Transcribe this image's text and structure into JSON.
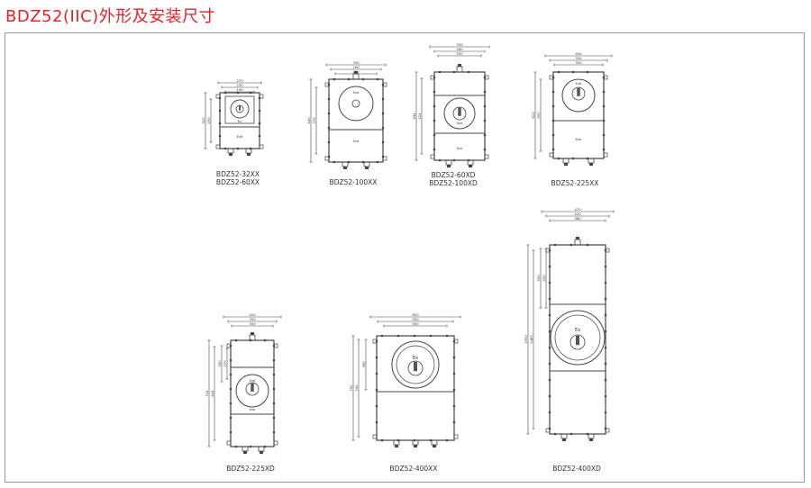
{
  "page": {
    "title": "BDZ52(IIC)外形及安装尺寸",
    "title_color": "#e0242b"
  },
  "drawings": [
    {
      "id": "d1",
      "caption_lines": [
        "BDZ52-32XX",
        "BDZ52-60XX"
      ],
      "dims_top": [
        "270",
        "230",
        "190"
      ],
      "dims_left": [
        "320",
        "250"
      ],
      "marks": [
        "Ex",
        "Exd"
      ]
    },
    {
      "id": "d2",
      "caption_lines": [
        "BDZ52-100XX"
      ],
      "dims_top": [
        "330",
        "290",
        "250"
      ],
      "dims_left": [
        "440",
        "370"
      ],
      "marks": [
        "Exd",
        "Exd"
      ]
    },
    {
      "id": "d3",
      "caption_lines": [
        "BDZ52-60XD",
        "BDZ52-100XD"
      ],
      "dims_top": [
        "330",
        "280",
        "250"
      ],
      "dims_left": [
        "494",
        "424"
      ],
      "marks": [
        "Exd",
        "Exe"
      ]
    },
    {
      "id": "d4",
      "caption_lines": [
        "BDZ52-225XX"
      ],
      "dims_top": [
        "400",
        "350",
        "300"
      ],
      "dims_left": [
        "622",
        "552"
      ],
      "marks": [
        "Exd",
        "Exe"
      ]
    },
    {
      "id": "d5",
      "caption_lines": [
        "BDZ52-225XD"
      ],
      "dims_top": [
        "400",
        "350",
        "300"
      ],
      "dims_left": [
        "714",
        "644",
        "300",
        "270"
      ],
      "marks": [
        "Exd",
        "Exe"
      ]
    },
    {
      "id": "d6",
      "caption_lines": [
        "BDZ52-400XX"
      ],
      "dims_top": [
        "650",
        "550",
        "500"
      ],
      "dims_left": [
        "792",
        "742",
        "380"
      ],
      "marks": [
        "Ex"
      ]
    },
    {
      "id": "d7",
      "caption_lines": [
        "BDZ52-400XD"
      ],
      "dims_top": [
        "470",
        "420",
        "380"
      ],
      "dims_left": [
        "1550",
        "1460",
        "500",
        "500"
      ],
      "marks": [
        "Ex",
        "Ex"
      ]
    }
  ]
}
